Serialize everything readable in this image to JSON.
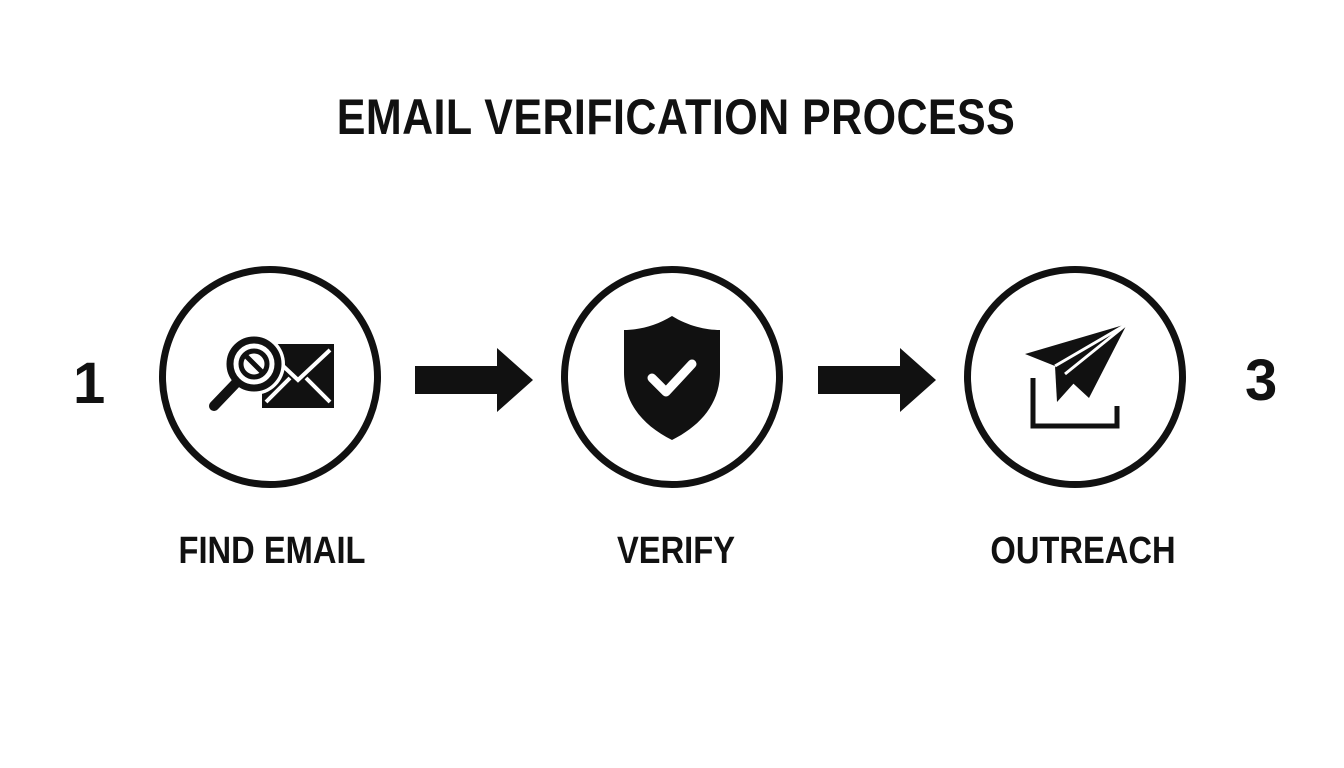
{
  "diagram": {
    "title": "EMAIL VERIFICATION PROCESS",
    "start_number": "1",
    "end_number": "3",
    "steps": [
      {
        "label": "FIND EMAIL",
        "icon": "magnifier-envelope-icon"
      },
      {
        "label": "VERIFY",
        "icon": "shield-check-icon"
      },
      {
        "label": "OUTREACH",
        "icon": "paper-plane-inbox-icon"
      }
    ],
    "connectors": [
      "arrow-right-icon",
      "arrow-right-icon"
    ],
    "colors": {
      "foreground": "#111111",
      "background": "#ffffff"
    }
  }
}
